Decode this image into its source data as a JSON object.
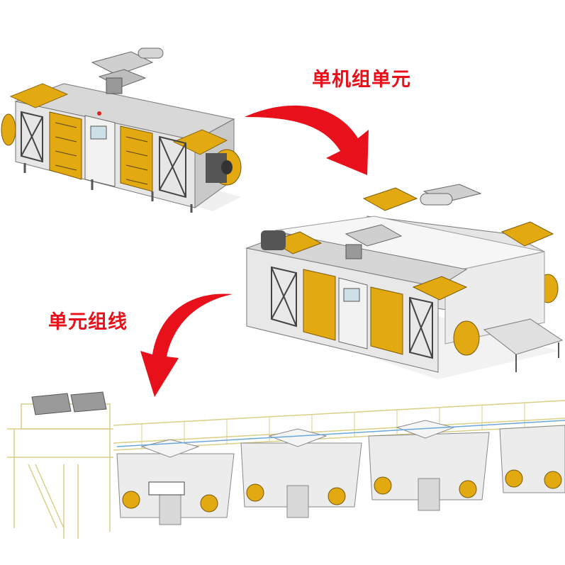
{
  "labels": {
    "step1": "单机组单元",
    "step2": "单元组线"
  },
  "colors": {
    "arrow": "#e8101a",
    "machine_body": "#e8e8e8",
    "machine_yellow": "#e2a911",
    "frame_dark": "#4a4a4a",
    "railing": "#d9cf86"
  },
  "icons": {
    "arrow_1": "curved-arrow-down-right",
    "arrow_2": "curved-arrow-down-left"
  }
}
